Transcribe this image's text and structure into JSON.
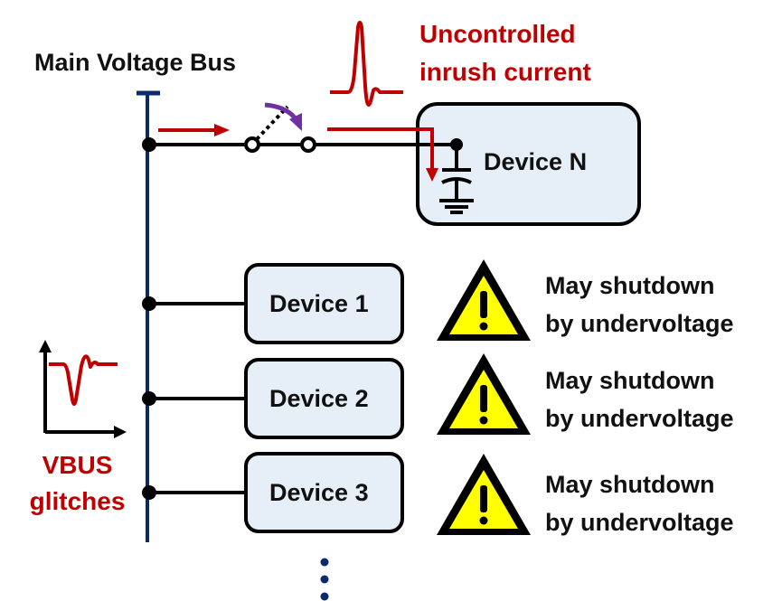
{
  "title": "Main Voltage Bus",
  "inrush_label": [
    "Uncontrolled",
    "inrush current"
  ],
  "glitch_label": [
    "VBUS",
    "glitches"
  ],
  "device_n": {
    "label": "Device N"
  },
  "devices": [
    {
      "label": "Device 1",
      "warning": [
        "May shutdown",
        "by undervoltage"
      ]
    },
    {
      "label": "Device 2",
      "warning": [
        "May shutdown",
        "by undervoltage"
      ]
    },
    {
      "label": "Device 3",
      "warning": [
        "May shutdown",
        "by undervoltage"
      ]
    }
  ],
  "icons": {
    "warning": "warning-triangle-icon",
    "switch": "load-switch-icon",
    "capacitor": "capacitor-icon",
    "ground": "ground-icon",
    "continuation": "vertical-ellipsis-icon"
  },
  "colors": {
    "bus": "#0b2a6b",
    "wire": "#000000",
    "current_arrow": "#c00000",
    "switch_arrow": "#7030a0",
    "device_fill": "#e6eef8",
    "warning_fill": "#ffff00",
    "label_red": "#c00000"
  }
}
